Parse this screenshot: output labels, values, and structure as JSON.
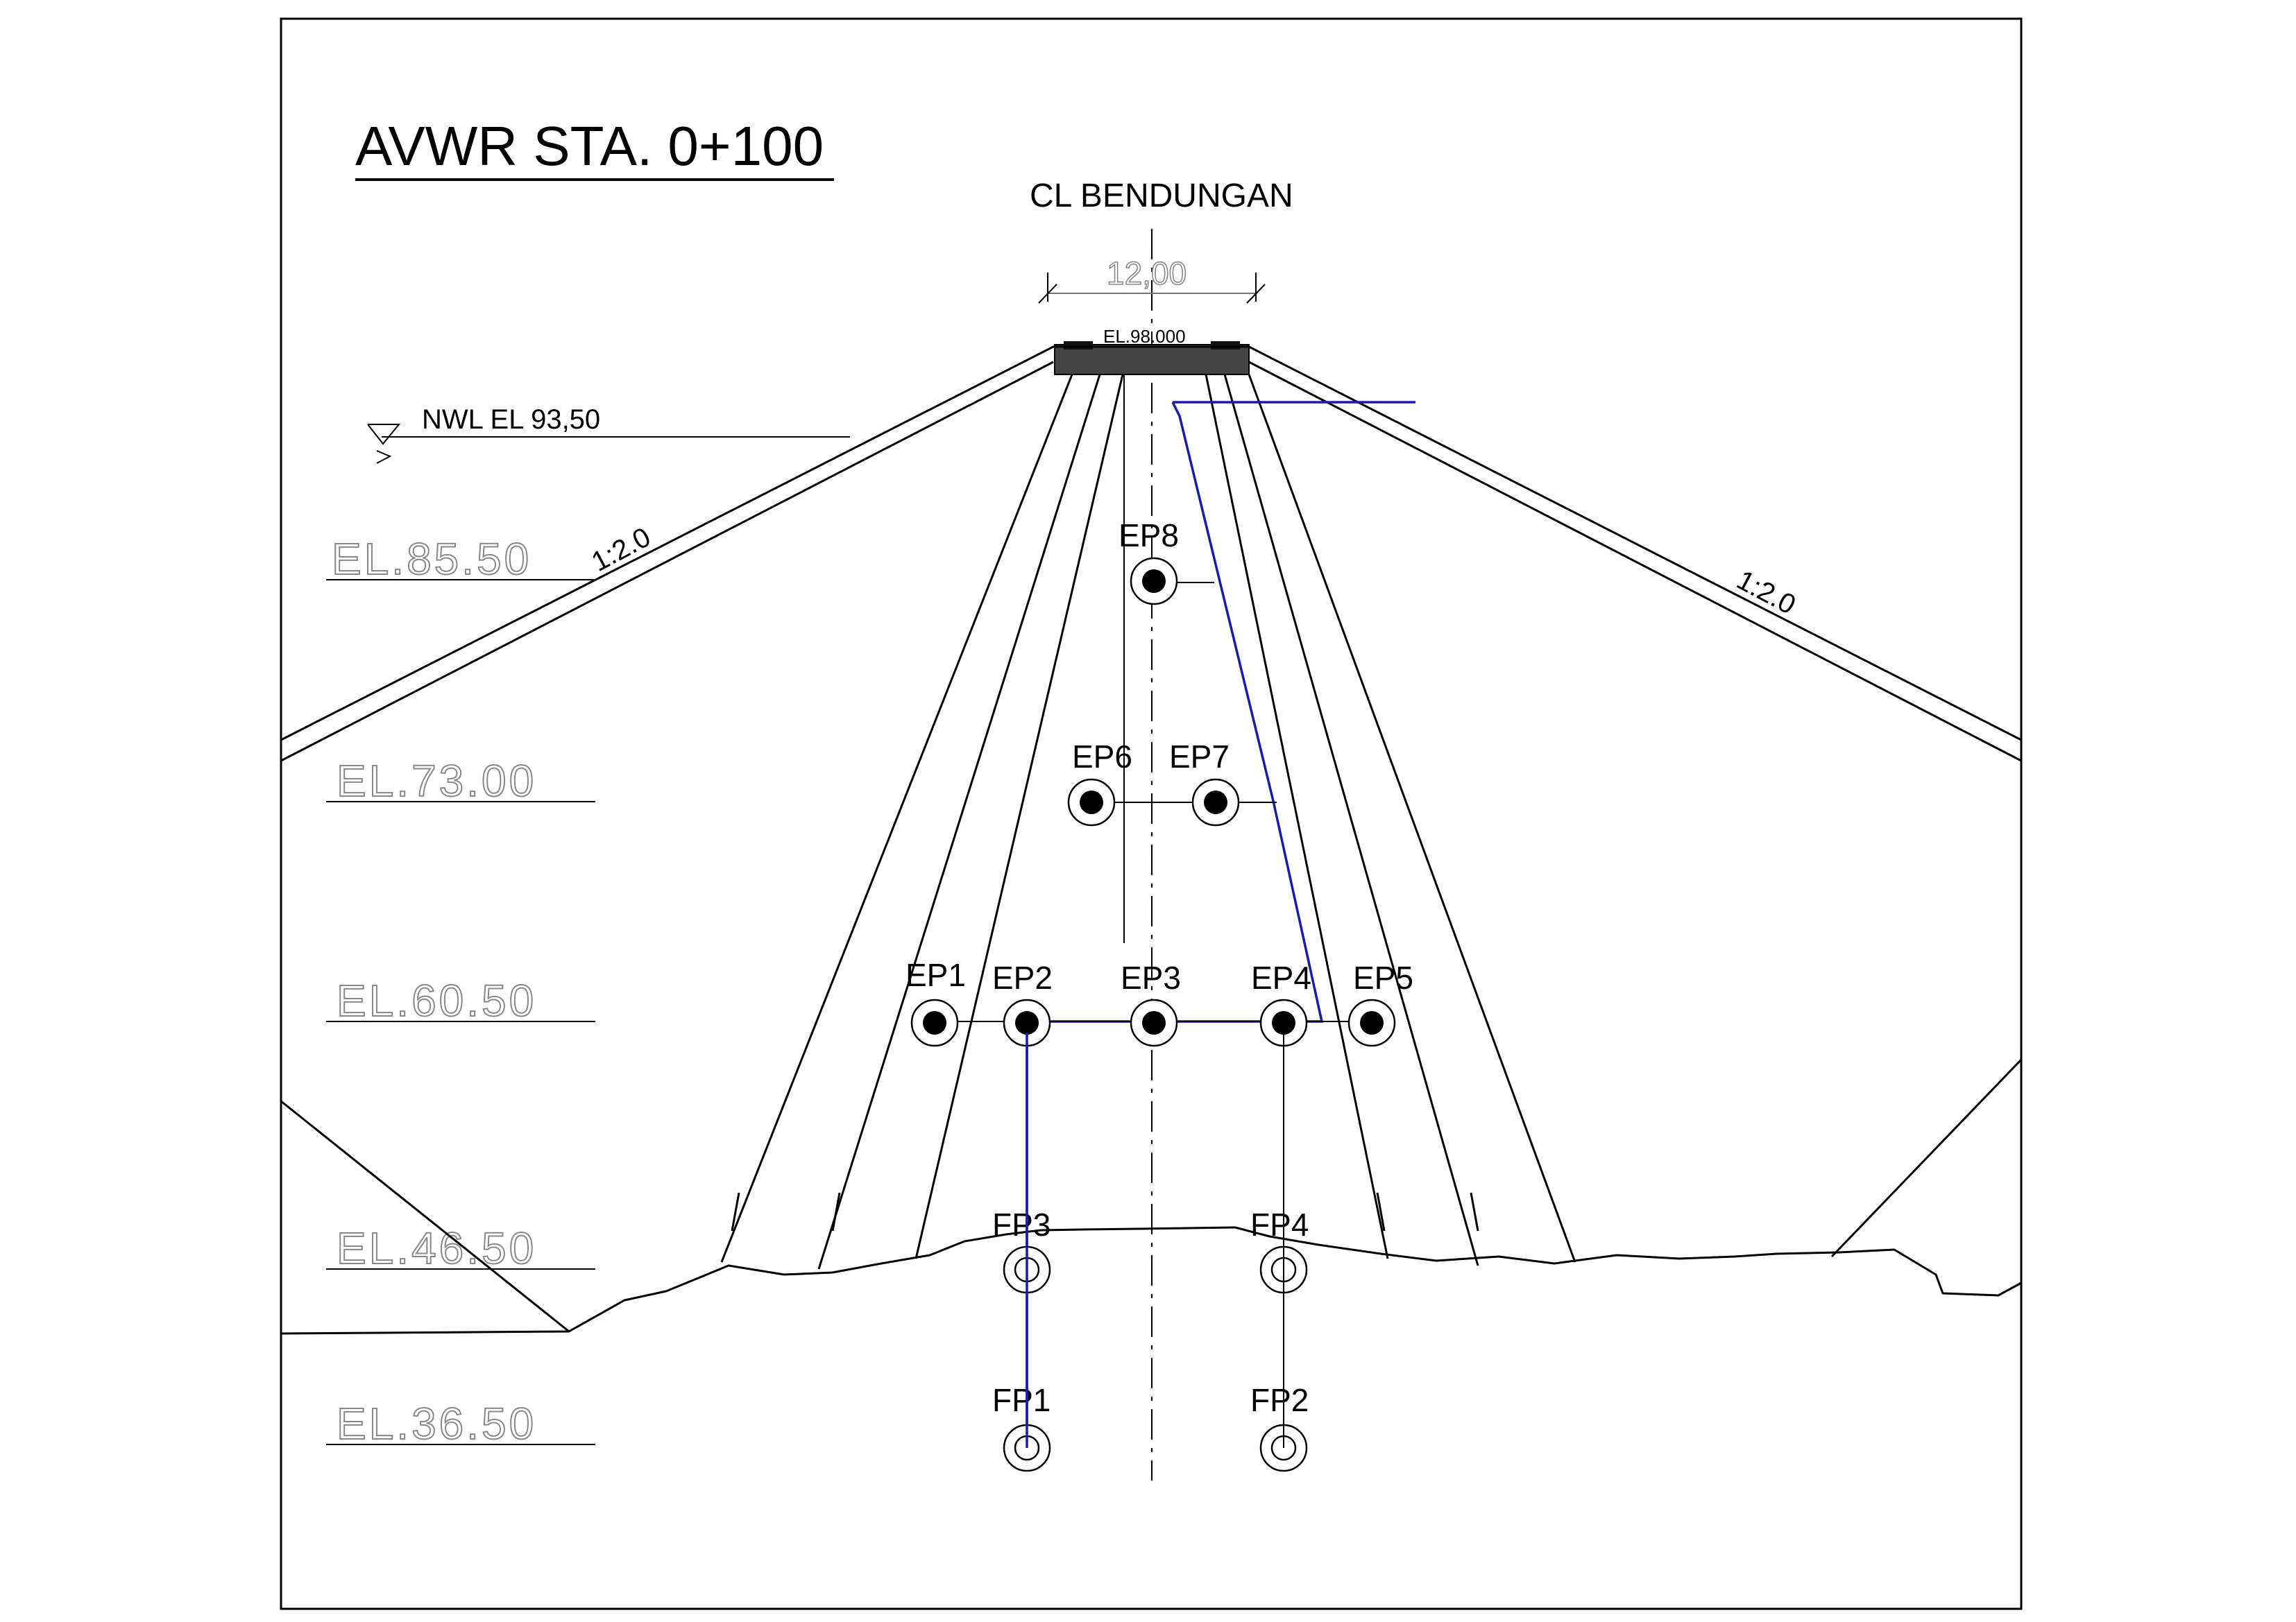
{
  "title": "AVWR STA. 0+100",
  "centerline_label": "CL BENDUNGAN",
  "crest_width": "12,00",
  "crest_elevation": "EL.98.000",
  "nwl_label": "NWL EL 93,50",
  "slope_upstream": "1:2.0",
  "slope_downstream": "1:2.0",
  "elevations": [
    {
      "id": "el-85",
      "label": "EL.85.50"
    },
    {
      "id": "el-73",
      "label": "EL.73.00"
    },
    {
      "id": "el-60",
      "label": "EL.60.50"
    },
    {
      "id": "el-46",
      "label": "EL.46.50"
    },
    {
      "id": "el-36",
      "label": "EL.36.50"
    }
  ],
  "piezometers": {
    "EP8": "EP8",
    "EP6": "EP6",
    "EP7": "EP7",
    "EP1": "EP1",
    "EP2": "EP2",
    "EP3": "EP3",
    "EP4": "EP4",
    "EP5": "EP5",
    "FP3": "FP3",
    "FP4": "FP4",
    "FP1": "FP1",
    "FP2": "FP2"
  },
  "colors": {
    "line": "#000000",
    "cable": "#1a1ab0",
    "grid_text": "#888888"
  }
}
